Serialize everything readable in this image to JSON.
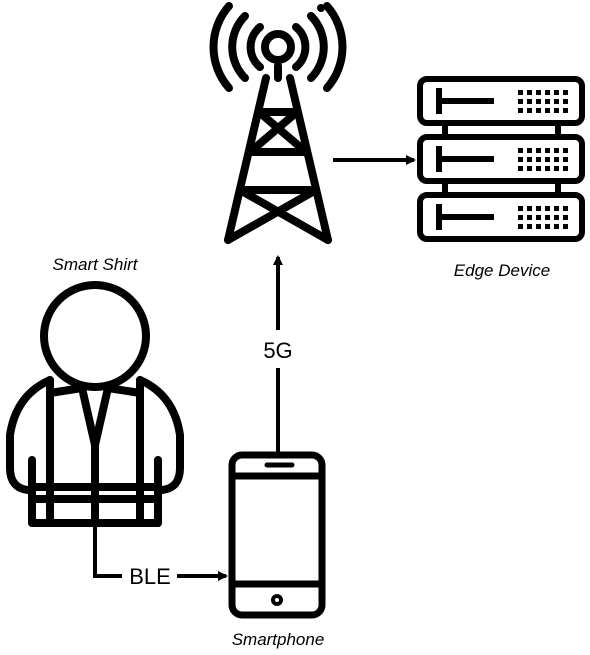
{
  "nodes": {
    "smart_shirt": {
      "label": "Smart Shirt",
      "icon": "worker-vest-icon"
    },
    "smartphone": {
      "label": "Smartphone",
      "icon": "smartphone-icon"
    },
    "tower": {
      "label": "",
      "icon": "cell-tower-icon"
    },
    "edge_device": {
      "label": "Edge Device",
      "icon": "server-stack-icon"
    }
  },
  "edges": [
    {
      "from": "smart_shirt",
      "to": "smartphone",
      "label": "BLE"
    },
    {
      "from": "smartphone",
      "to": "tower",
      "label": "5G"
    },
    {
      "from": "tower",
      "to": "edge_device",
      "label": ""
    }
  ],
  "colors": {
    "stroke": "#000000",
    "background": "#ffffff"
  }
}
